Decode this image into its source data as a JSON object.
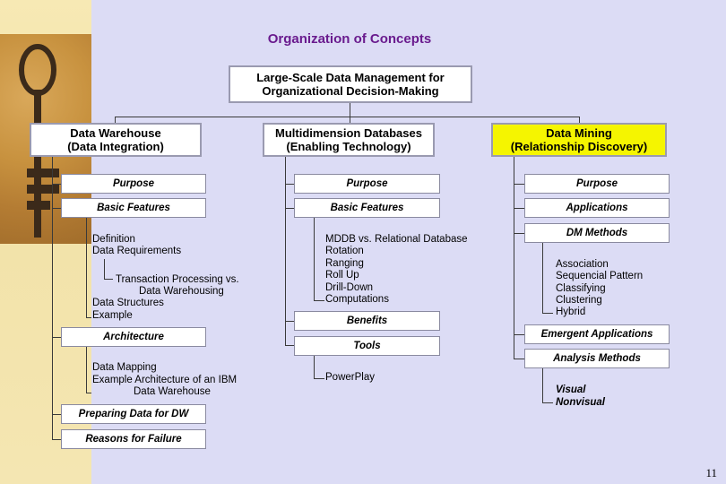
{
  "title": "Organization of Concepts",
  "root": {
    "line1": "Large-Scale Data Management for",
    "line2": "Organizational Decision-Making"
  },
  "col1": {
    "head1": "Data Warehouse",
    "head2": "(Data Integration)",
    "purpose": "Purpose",
    "basic": "Basic Features",
    "basic_items": [
      "Definition",
      "Data Requirements"
    ],
    "tp1": "Transaction Processing vs.",
    "tp2": "Data Warehousing",
    "more_items": [
      "Data Structures",
      "Example"
    ],
    "architecture": "Architecture",
    "arch_items": [
      "Data Mapping",
      "Example Architecture of an IBM"
    ],
    "arch_item3": "Data Warehouse",
    "preparing": "Preparing Data for DW",
    "reasons": "Reasons for Failure"
  },
  "col2": {
    "head1": "Multidimension Databases",
    "head2": "(Enabling Technology)",
    "purpose": "Purpose",
    "basic": "Basic Features",
    "items": [
      "MDDB vs. Relational Database",
      "Rotation",
      "Ranging",
      "Roll Up",
      "Drill-Down",
      "Computations"
    ],
    "benefits": "Benefits",
    "tools": "Tools",
    "tools_item": "PowerPlay"
  },
  "col3": {
    "head1": "Data Mining",
    "head2": "(Relationship Discovery)",
    "purpose": "Purpose",
    "applications": "Applications",
    "dm_methods": "DM Methods",
    "method_items": [
      "Association",
      "Sequencial Pattern",
      "Classifying",
      "Clustering",
      "Hybrid"
    ],
    "emergent": "Emergent Applications",
    "analysis": "Analysis Methods",
    "analysis_items": [
      "Visual",
      "Nonvisual"
    ]
  },
  "page_number": "11",
  "colors": {
    "title": "#6a1b8e",
    "highlight": "#f5f500",
    "background": "#dcdcf5"
  }
}
